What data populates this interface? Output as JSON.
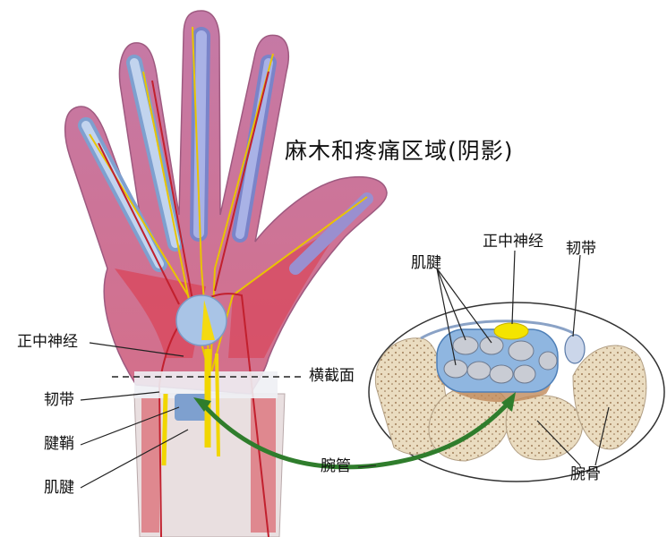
{
  "title": "麻木和疼痛区域(阴影)",
  "labels": {
    "median_nerve_left": "正中神经",
    "cross_section": "横截面",
    "ligament_left": "韧带",
    "tendon_sheath": "腱鞘",
    "tendon_left": "肌腱",
    "carpal_tunnel": "腕管",
    "tendon_right": "肌腱",
    "median_nerve_right": "正中神经",
    "ligament_right": "韧带",
    "carpal_bones": "腕骨"
  },
  "colors": {
    "numb_area": "#c25a8a",
    "muscle": "#d8505f",
    "tendon": "#9cb6d8",
    "nerve": "#f1d600",
    "bone": "#e6d5b3",
    "arrow": "#2f7d2c"
  }
}
